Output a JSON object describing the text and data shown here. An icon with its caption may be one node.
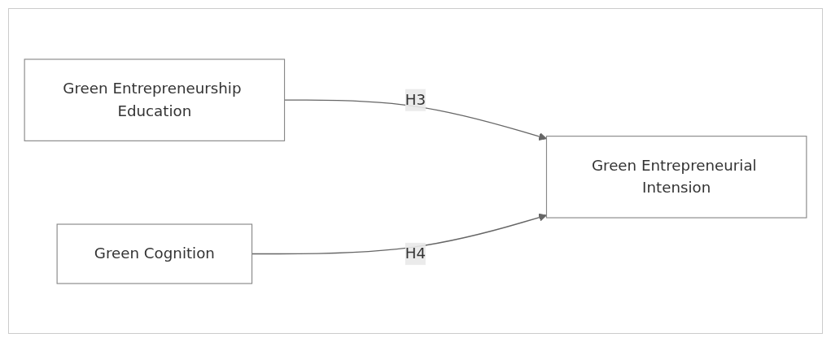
{
  "diagram": {
    "nodes": [
      {
        "text": [
          "Green Entrepreneurship Education"
        ]
      },
      {
        "text": [
          "Green Entrepreneurial Intension"
        ]
      },
      {
        "text": [
          "Green Cognition"
        ]
      }
    ],
    "edges": [
      {
        "from": 0,
        "to": 1,
        "arrow": "to",
        "label": "H3"
      },
      {
        "from": 2,
        "to": 1,
        "arrow": "to",
        "label": "H4"
      }
    ]
  }
}
